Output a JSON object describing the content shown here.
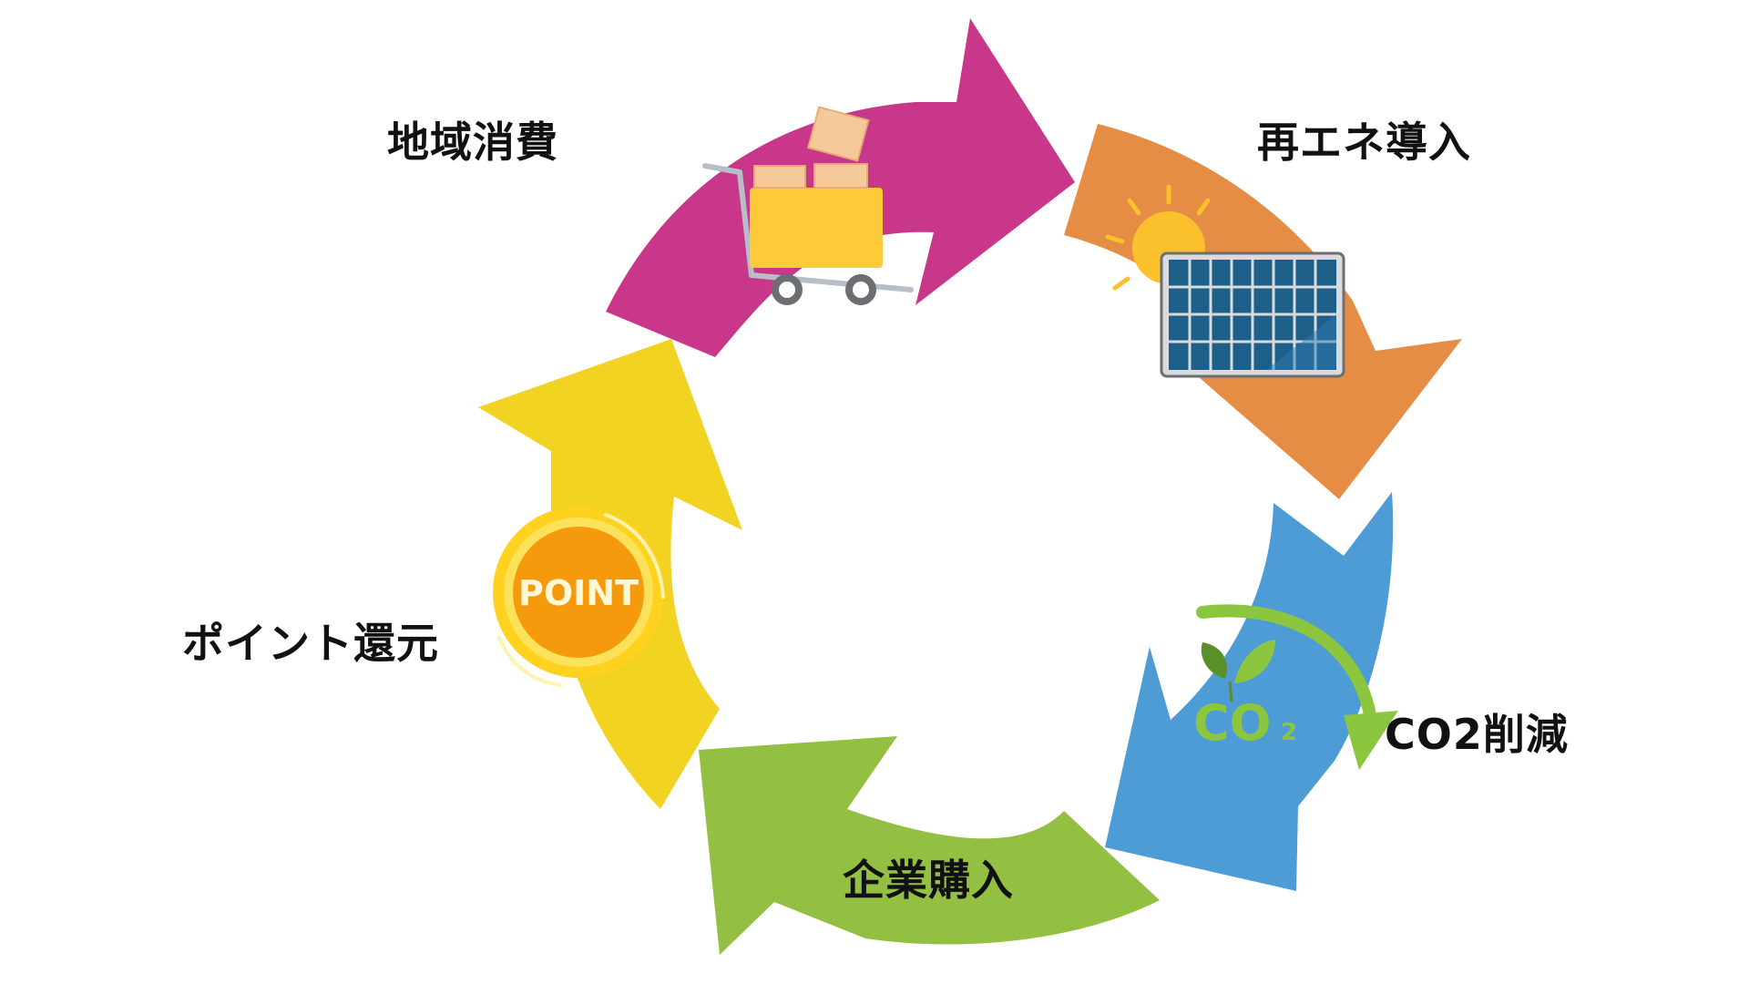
{
  "diagram": {
    "stages": [
      {
        "id": "local",
        "label": "地域消費",
        "color": "#C9378A",
        "icon": "shopping-cart-icon"
      },
      {
        "id": "renew",
        "label": "再エネ導入",
        "color": "#E58C45",
        "icon": "solar-panel-icon"
      },
      {
        "id": "co2",
        "label": "CO2削減",
        "color": "#4E9CD5",
        "icon": "co2-reduction-icon"
      },
      {
        "id": "purchase",
        "label": "企業購入",
        "color": "#93C042",
        "icon": "none"
      },
      {
        "id": "point",
        "label": "ポイント還元",
        "color": "#F2D322",
        "icon": "point-coin-icon"
      }
    ],
    "icons": {
      "coin_text": "POINT",
      "co2_text": "CO",
      "co2_subscript": "2"
    },
    "colors": {
      "coin_outer": "#FFD21F",
      "coin_inner": "#F59A0C",
      "co2_green": "#8CC63F",
      "cart_yellow": "#FDCB3A",
      "box_beige": "#F6C99A",
      "panel_blue": "#1E5F8A",
      "sun_yellow": "#FBC02D"
    }
  }
}
